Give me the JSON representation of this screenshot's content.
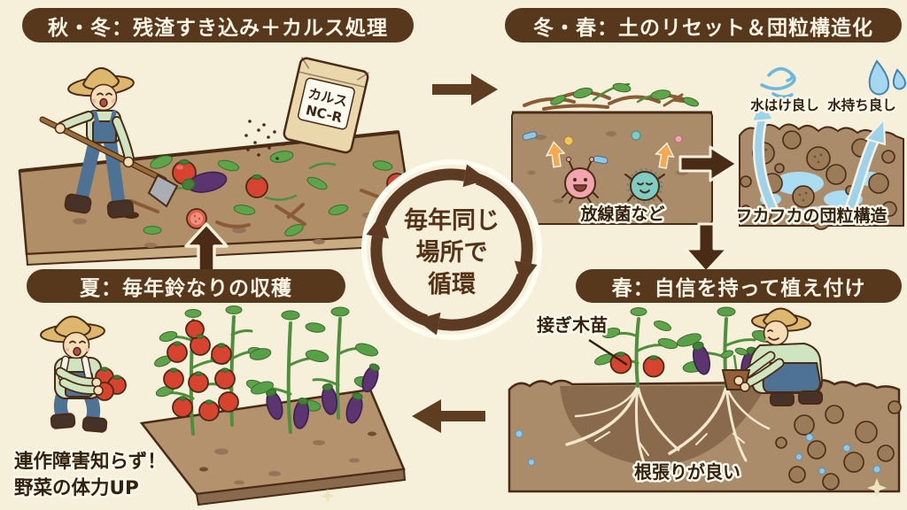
{
  "colors": {
    "background": "#f6efda",
    "banner_bg": "#58381d",
    "banner_text": "#fbf4e4",
    "cycle_arrow": "#5d3a22",
    "flow_arrow": "#5f3d20",
    "label_text": "#32210f",
    "soil": "#b08e68",
    "soil_dark": "#8a6a4c",
    "water_blue": "#9fd3ec",
    "tomato_red": "#d64430",
    "eggplant_purple": "#5c3570",
    "leaf_green": "#5ea549",
    "microbe_pink": "#f2a5ad",
    "microbe_teal": "#7fccc5",
    "sprout_arrow_orange": "#f5a84f"
  },
  "center": {
    "line1": "毎年同じ",
    "line2": "場所で",
    "line3": "循環"
  },
  "quadrants": {
    "autumn_winter": {
      "title": "秋・冬：残渣すき込み＋カルス処理",
      "bag": {
        "line1": "カルス",
        "line2": "NC-R"
      }
    },
    "winter_spring": {
      "title": "冬・春：土のリセット＆団粒構造化",
      "microbe_label": "放線菌など",
      "drainage_label": "水はけ良し",
      "retention_label": "水持ち良し",
      "aggregate_label": "フカフカの団粒構造"
    },
    "spring": {
      "title": "春：自信を持って植え付け",
      "seedling_label": "接ぎ木苗",
      "root_label": "根張りが良い"
    },
    "summer": {
      "title": "夏：毎年鈴なりの収穫",
      "benefit_line1": "連作障害知らず！",
      "benefit_line2": "野菜の体力UP"
    }
  },
  "icons": {
    "wind_icon": "curved blue wind strokes",
    "water_drops_icon": "two blue teardrops",
    "cycle_arrows_icon": "clockwise circular arrows",
    "flow_arrow_icon": "solid brown block arrow"
  }
}
